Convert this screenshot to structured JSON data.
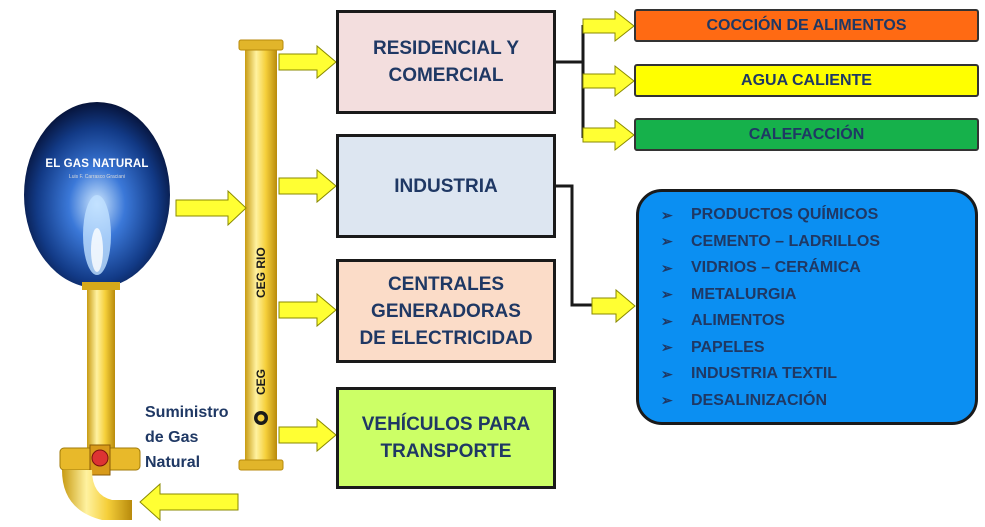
{
  "burner": {
    "title": "EL GAS NATURAL",
    "subtitle": "Luis F. Carrasco Graciani"
  },
  "pipe": {
    "label_main": "CEG RIO",
    "label_brand": "CEG"
  },
  "supply_label": "Suministro\nde Gas\nNatural",
  "sectors": [
    {
      "id": "residencial",
      "label": "RESIDENCIAL Y\nCOMERCIAL",
      "color": "#f3dede"
    },
    {
      "id": "industria",
      "label": "INDUSTRIA",
      "color": "#dde6f1"
    },
    {
      "id": "centrales",
      "label": "CENTRALES\nGENERADORAS\nDE ELECTRICIDAD",
      "color": "#fbdcc8"
    },
    {
      "id": "vehiculos",
      "label": "VEHÍCULOS PARA\nTRANSPORTE",
      "color": "#ccff66"
    }
  ],
  "residential_uses": [
    {
      "label": "COCCIÓN DE ALIMENTOS",
      "color": "#ff6a13"
    },
    {
      "label": "AGUA CALIENTE",
      "color": "#ffff00"
    },
    {
      "label": "CALEFACCIÓN",
      "color": "#16b14b"
    }
  ],
  "industry_list": {
    "color": "#0b8ff2",
    "items": [
      "PRODUCTOS QUÍMICOS",
      "CEMENTO – LADRILLOS",
      "VIDRIOS – CERÁMICA",
      "METALURGIA",
      "ALIMENTOS",
      "PAPELES",
      "INDUSTRIA TEXTIL",
      "DESALINIZACIÓN"
    ]
  },
  "colors": {
    "arrow": "#ffff33",
    "pipe": "#f7d23a",
    "text": "#1f3864"
  }
}
